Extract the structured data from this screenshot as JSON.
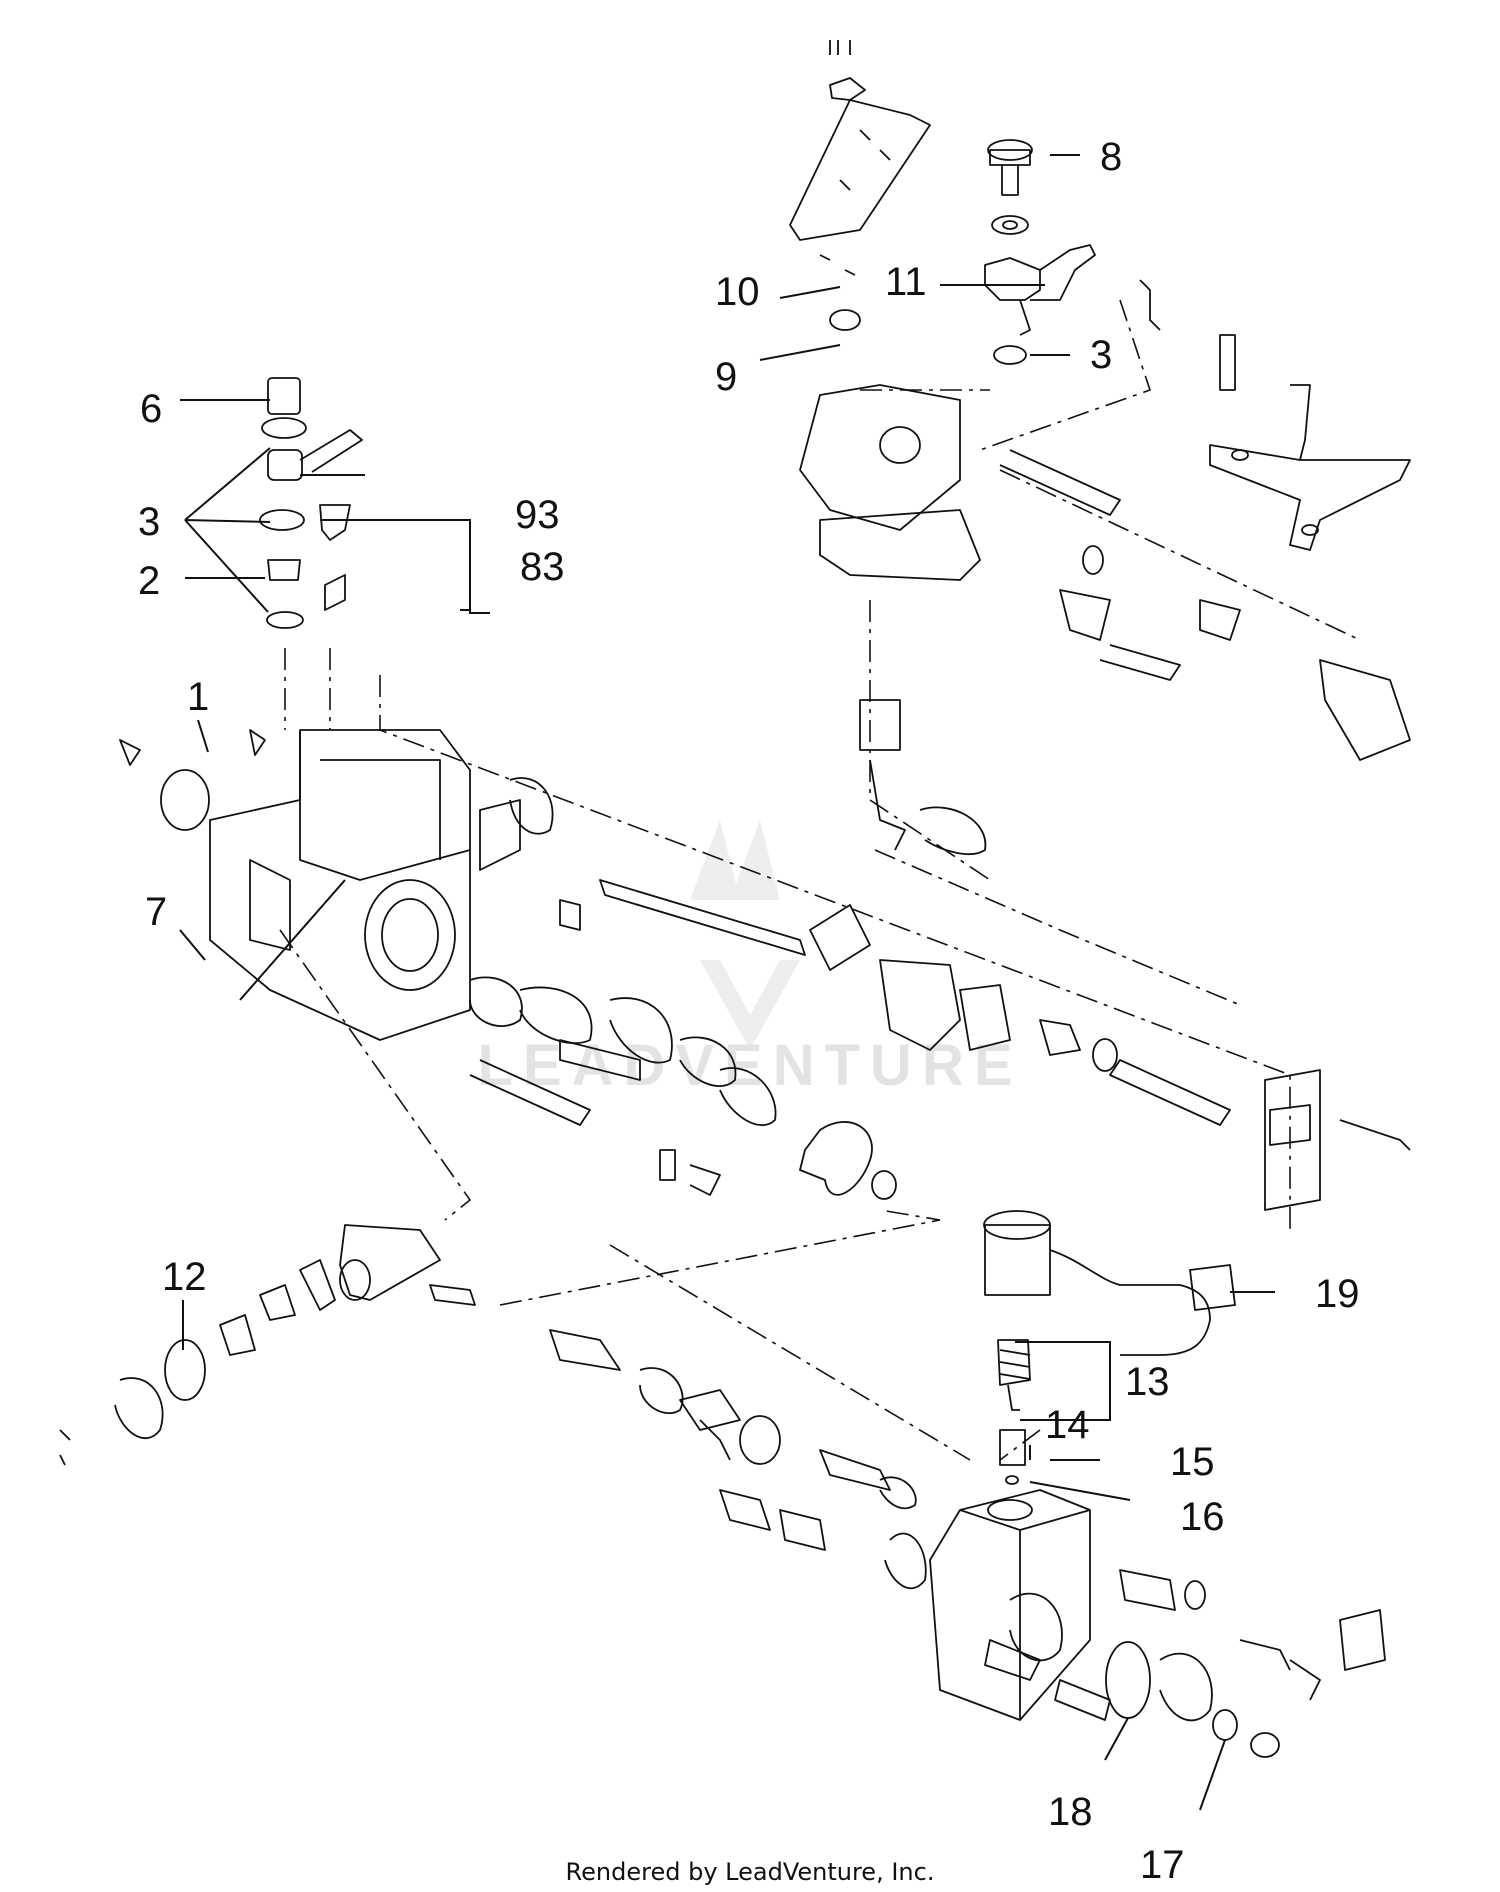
{
  "callouts": {
    "c1": "1",
    "c2": "2",
    "c3_left": "3",
    "c3_right": "3",
    "c6": "6",
    "c7": "7",
    "c8": "8",
    "c9": "9",
    "c10": "10",
    "c11": "11",
    "c12": "12",
    "c13": "13",
    "c14": "14",
    "c15": "15",
    "c16": "16",
    "c17": "17",
    "c18": "18",
    "c19": "19",
    "c83": "83",
    "c93": "93"
  },
  "watermark": "LEADVENTURE",
  "credit": "Rendered by LeadVenture, Inc."
}
